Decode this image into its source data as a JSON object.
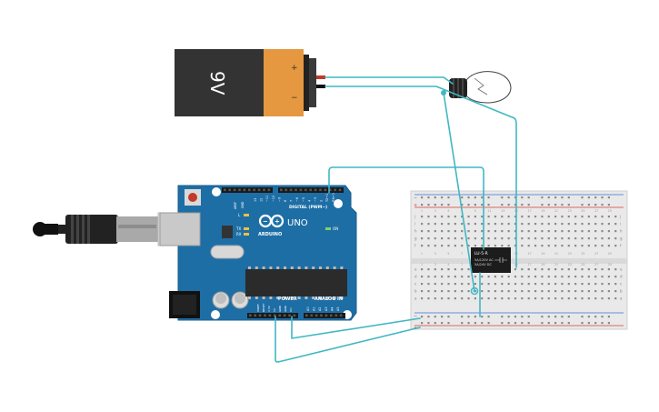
{
  "battery": {
    "voltage_label": "9V",
    "plus_label": "+",
    "minus_label": "−"
  },
  "arduino": {
    "logo_text": "ARDUINO",
    "model_label": "UNO",
    "digital_label": "DIGITAL (PWM~)",
    "power_label": "POWER",
    "analog_label": "ANALOG IN",
    "on_label": "ON",
    "l_label": "L",
    "tx_label": "TX",
    "rx_label": "RX",
    "aref_label": "AREF",
    "gnd_top_label": "GND",
    "digital_pins": [
      "13",
      "12",
      "~11",
      "~10",
      "~9",
      "8",
      "7",
      "~6",
      "~5",
      "4",
      "~3",
      "2",
      "TX→1",
      "RX←0"
    ],
    "power_pins": [
      "IOREF",
      "RESET",
      "3.3V",
      "5V",
      "GND",
      "GND",
      "Vin"
    ],
    "analog_pins": [
      "A0",
      "A1",
      "A2",
      "A3",
      "A4",
      "A5"
    ]
  },
  "relay": {
    "line1": "LU-5-R",
    "line2": "5A/120V AC",
    "line3": "5A/24V DC"
  },
  "breadboard": {
    "col_numbers": [
      "1",
      "3",
      "5",
      "7",
      "9",
      "11",
      "13",
      "15",
      "17",
      "19",
      "21",
      "23",
      "25",
      "27",
      "29"
    ],
    "top_rows": [
      "j",
      "i",
      "h",
      "g",
      "f"
    ],
    "bottom_rows": [
      "e",
      "d",
      "c",
      "b",
      "a"
    ],
    "plus_label": "+",
    "minus_label": "−"
  },
  "colors": {
    "wire": "#3fb8c4",
    "arduino_blue": "#1e6ea6",
    "battery_dark": "#333333",
    "battery_orange": "#e5983f",
    "rail_red": "#d83a3a",
    "rail_blue": "#3a6fd8"
  }
}
